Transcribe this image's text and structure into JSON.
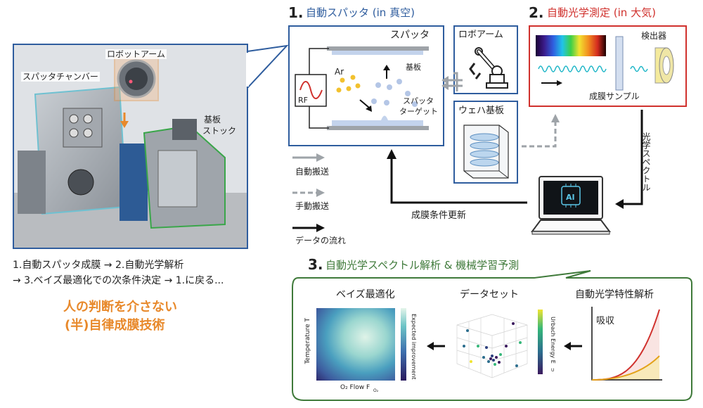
{
  "photo": {
    "robot_arm_label": "ロボットアーム",
    "chamber_label": "スパッタチャンバー",
    "stock_label_1": "基板",
    "stock_label_2": "ストック"
  },
  "summary": {
    "line1": "1.自動スパッタ成膜 → 2.自動光学解析",
    "line2": "→ 3.ベイズ最適化での次条件決定 → 1.に戻る...",
    "highlight1": "人の判断を介さない",
    "highlight2": "(半)自律成膜技術"
  },
  "sputter_panel": {
    "number": "1.",
    "title": "自動スパッタ (in 真空)",
    "sputter_label": "スパッタ",
    "rf_label": "RF",
    "ar_label": "Ar",
    "substrate_label": "基板",
    "target_label_1": "スパッタ",
    "target_label_2": "ターゲット"
  },
  "robot_panel": {
    "label": "ロボアーム"
  },
  "wafer_panel": {
    "label": "ウェハ基板"
  },
  "optics_panel": {
    "number": "2.",
    "title": "自動光学測定 (in 大気)",
    "detector_label": "検出器",
    "sample_label": "成膜サンプル"
  },
  "legend": {
    "auto": "自動搬送",
    "manual": "手動搬送",
    "data": "データの流れ"
  },
  "flow": {
    "spectrum_label": "光学スペクトル",
    "update_label": "成膜条件更新",
    "ai_label": "AI"
  },
  "analysis_panel": {
    "number": "3.",
    "title": "自動光学スペクトル解析 & 機械学習予測",
    "bayes_title": "ベイズ最適化",
    "dataset_title": "データセット",
    "optical_title": "自動光学特性解析",
    "absorption_label": "吸収",
    "y_axis": "Temperature T",
    "x_axis": "O₂ Flow F",
    "x_axis_sub": "O₂",
    "colorbar_label": "Expected improvement",
    "dataset_colorbar_label": "Urbach Energy E",
    "dataset_colorbar_sub": "U"
  },
  "colors": {
    "blue": "#2f5d9e",
    "red": "#d0312d",
    "green": "#3f7a3a",
    "orange": "#e8892b"
  }
}
